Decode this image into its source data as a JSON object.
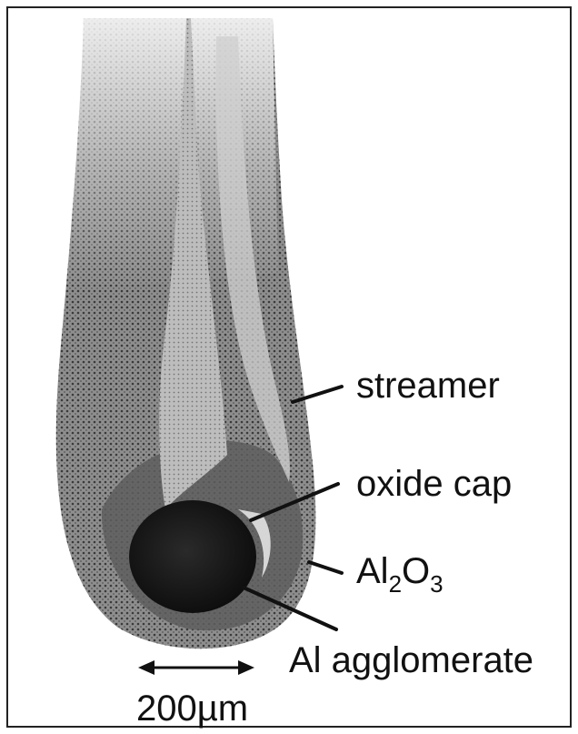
{
  "labels": {
    "streamer": "streamer",
    "oxide_cap": "oxide cap",
    "al2o3": {
      "part1": "Al",
      "sub1": "2",
      "part2": "O",
      "sub2": "3"
    },
    "al_agglomerate": "Al agglomerate",
    "scale_bar": "200µm"
  },
  "colors": {
    "ink": "#111111",
    "particle_dark": "#151515",
    "oxide_shell": "#6a6a6a",
    "streamer_haze": "#9a9a9a",
    "background": "#ffffff"
  }
}
